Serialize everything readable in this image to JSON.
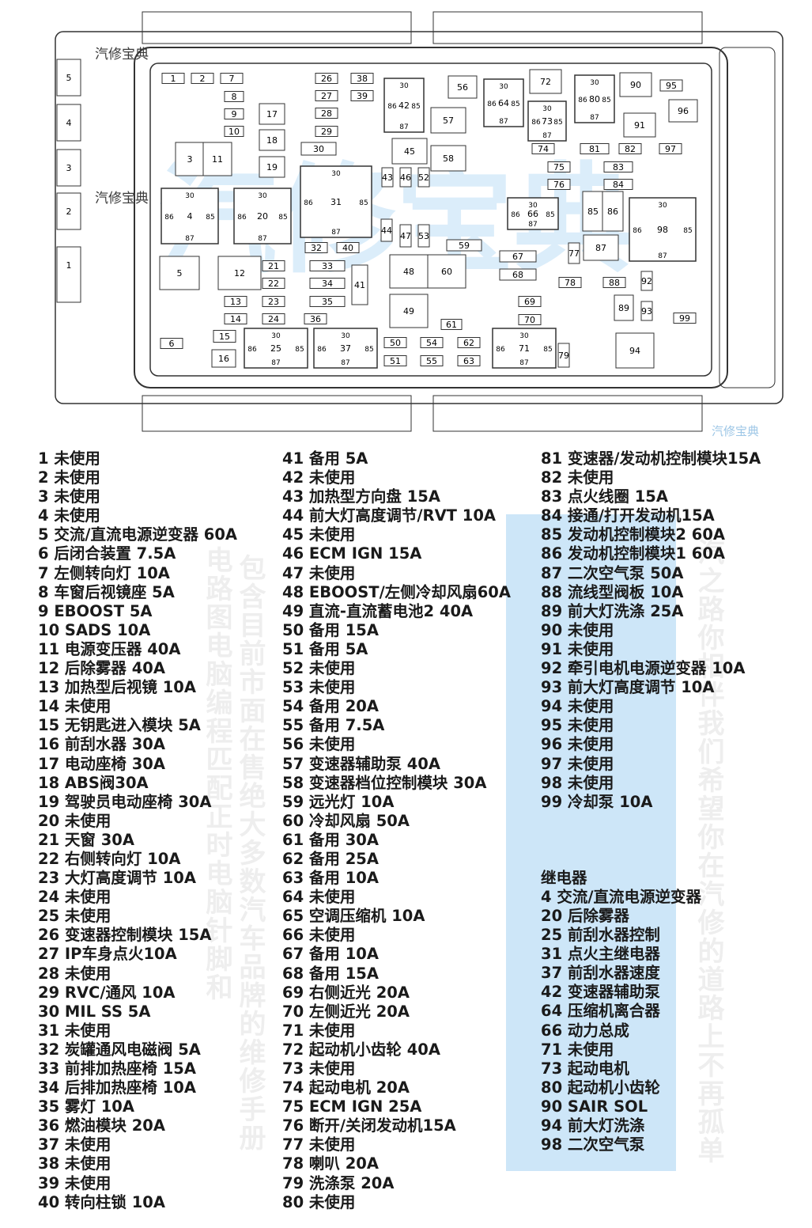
{
  "diagram": {
    "connectors": [
      "5",
      "4",
      "3",
      "2",
      "1"
    ],
    "fuses": [
      "1",
      "2",
      "7",
      "8",
      "9",
      "10",
      "26",
      "38",
      "27",
      "39",
      "28",
      "29",
      "30",
      "17",
      "18",
      "19",
      "42",
      "56",
      "64",
      "57",
      "58",
      "45",
      "72",
      "73",
      "80",
      "90",
      "95",
      "96",
      "91",
      "74",
      "81",
      "82",
      "97",
      "75",
      "83",
      "76",
      "84",
      "3",
      "11",
      "4",
      "20",
      "31",
      "43",
      "46",
      "52",
      "44",
      "47",
      "53",
      "66",
      "85",
      "86",
      "98",
      "87",
      "77",
      "59",
      "32",
      "40",
      "33",
      "34",
      "35",
      "36",
      "21",
      "22",
      "23",
      "24",
      "13",
      "14",
      "5",
      "12",
      "41",
      "48",
      "60",
      "67",
      "68",
      "78",
      "88",
      "92",
      "89",
      "93",
      "69",
      "49",
      "61",
      "70",
      "99",
      "6",
      "15",
      "16",
      "25",
      "37",
      "50",
      "51",
      "54",
      "55",
      "62",
      "63",
      "71",
      "79",
      "94"
    ],
    "relay_pins": [
      "30",
      "85",
      "86",
      "87"
    ],
    "line_color": "#333333"
  },
  "watermark": {
    "brand": "汽修宝典",
    "col_a": "包含目前市面在售绝大多数汽车品牌的维修手册",
    "col_b": "电路图电脑编程匹配正时电脑针脚和",
    "col_c": "汽之路你相伴我们希望你在汽修的道路上不再孤单",
    "color": "#cde6f8"
  },
  "legend": {
    "col1": [
      "1 未使用",
      "2 未使用",
      "3 未使用",
      "4 未使用",
      "5 交流/直流电源逆变器 60A",
      "6 后闭合装置  7.5A",
      "7 左侧转向灯  10A",
      "8 车窗后视镜座  5A",
      "9 EBOOST 5A",
      "10 SADS 10A",
      "11 电源变压器  40A",
      "12 后除雾器  40A",
      "13 加热型后视镜  10A",
      "14 未使用",
      "15 无钥匙进入模块  5A",
      "16 前刮水器  30A",
      "17 电动座椅  30A",
      "18 ABS阀30A",
      "19 驾驶员电动座椅  30A",
      "20 未使用",
      "21 天窗  30A",
      "22 右侧转向灯  10A",
      "23 大灯高度调节  10A",
      "24 未使用",
      "25 未使用",
      "26 变速器控制模块  15A",
      "27 IP车身点火10A",
      "28 未使用",
      "29 RVC/通风 10A",
      "30 MIL SS 5A",
      "31 未使用",
      "32 炭罐通风电磁阀  5A",
      "33 前排加热座椅  15A",
      "34 后排加热座椅  10A",
      "35 雾灯  10A",
      "36 燃油模块  20A",
      "37 未使用",
      "38 未使用",
      "39 未使用",
      "40 转向柱锁  10A"
    ],
    "col2": [
      "41 备用  5A",
      "42 未使用",
      "43 加热型方向盘  15A",
      "44 前大灯高度调节/RVT 10A",
      "45 未使用",
      "46 ECM IGN  15A",
      "47 未使用",
      "48 EBOOST/左侧冷却风扇60A",
      "49 直流-直流蓄电池2  40A",
      "50 备用  15A",
      "51 备用  5A",
      "52 未使用",
      "53 未使用",
      "54 备用  20A",
      "55 备用  7.5A",
      "56 未使用",
      "57 变速器辅助泵  40A",
      "58 变速器档位控制模块  30A",
      "59 远光灯  10A",
      "60 冷却风扇  50A",
      "61 备用  30A",
      "62 备用  25A",
      "63 备用  10A",
      "64 未使用",
      "65 空调压缩机  10A",
      "66 未使用",
      "67 备用  10A",
      "68 备用  15A",
      "69 右侧近光  20A",
      "70 左侧近光  20A",
      "71 未使用",
      "72 起动机小齿轮  40A",
      "73 未使用",
      "74 起动电机  20A",
      "75 ECM IGN 25A",
      "76 断开/关闭发动机15A",
      "77 未使用",
      "78 喇叭  20A",
      "79 洗涤泵  20A",
      "80 未使用"
    ],
    "col3": [
      "81 变速器/发动机控制模块15A",
      "82 未使用",
      "83 点火线圈  15A",
      "84 接通/打开发动机15A",
      "85 发动机控制模块2  60A",
      "86 发动机控制模块1  60A",
      "87 二次空气泵  50A",
      "88 流线型阀板  10A",
      "89 前大灯洗涤  25A",
      "90 未使用",
      "91 未使用",
      "92 牵引电机电源逆变器  10A",
      "93 前大灯高度调节  10A",
      "94 未使用",
      "95 未使用",
      "96 未使用",
      "97 未使用",
      "98 未使用",
      "99 冷却泵  10A"
    ],
    "relay_title": "继电器",
    "relays": [
      "4 交流/直流电源逆变器",
      "20 后除雾器",
      "25 前刮水器控制",
      "31 点火主继电器",
      "37 前刮水器速度",
      "42 变速器辅助泵",
      "64 压缩机离合器",
      "66 动力总成",
      "71 未使用",
      "73 起动电机",
      "80 起动机小齿轮",
      "90 SAIR SOL",
      "94 前大灯洗涤",
      "98 二次空气泵"
    ]
  }
}
